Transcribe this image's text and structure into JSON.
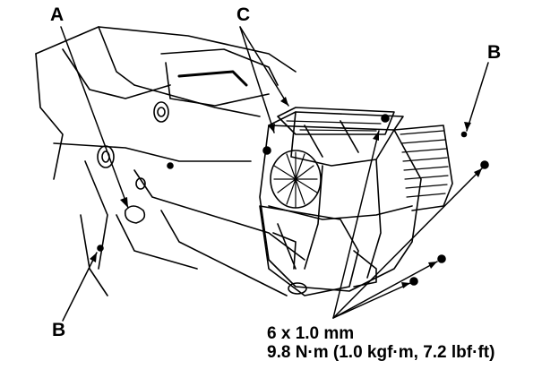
{
  "callouts": {
    "a": "A",
    "b_right": "B",
    "b_left": "B",
    "c": "C"
  },
  "spec": {
    "bolt_size": "6 x 1.0 mm",
    "torque": "9.8 N·m (1.0 kgf·m, 7.2 lbf·ft)"
  }
}
